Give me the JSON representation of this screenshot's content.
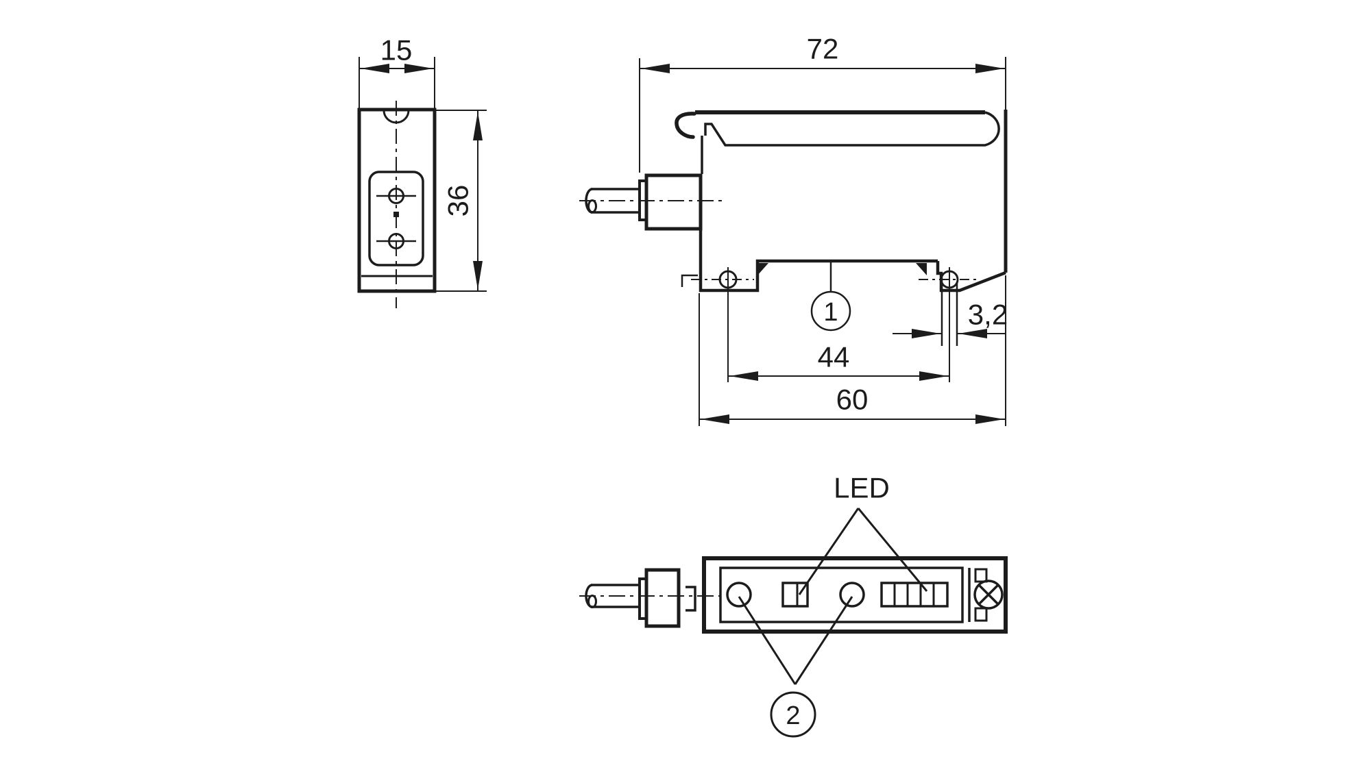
{
  "drawing": {
    "type": "technical-dimensional-drawing",
    "units_implied": "mm",
    "labels": {
      "front_width": "15",
      "front_height": "36",
      "side_overall_width": "72",
      "side_slot_width": "3,2",
      "side_hole_spacing": "44",
      "side_mounting_width": "60",
      "led": "LED",
      "callout_mounting_recess": "1",
      "callout_fibre_ports": "2"
    },
    "views": {
      "front_view": "narrow front face with two fibre holes, 15 wide x 36 high",
      "side_view": "body with clamp lid, cable gland, mounting feet; dims 72, 60, 44, 3,2",
      "top_view": "operating face with LED windows, bar display and fixing screw"
    },
    "colors": {
      "line": "#1c1c1c",
      "background": "#ffffff"
    }
  }
}
